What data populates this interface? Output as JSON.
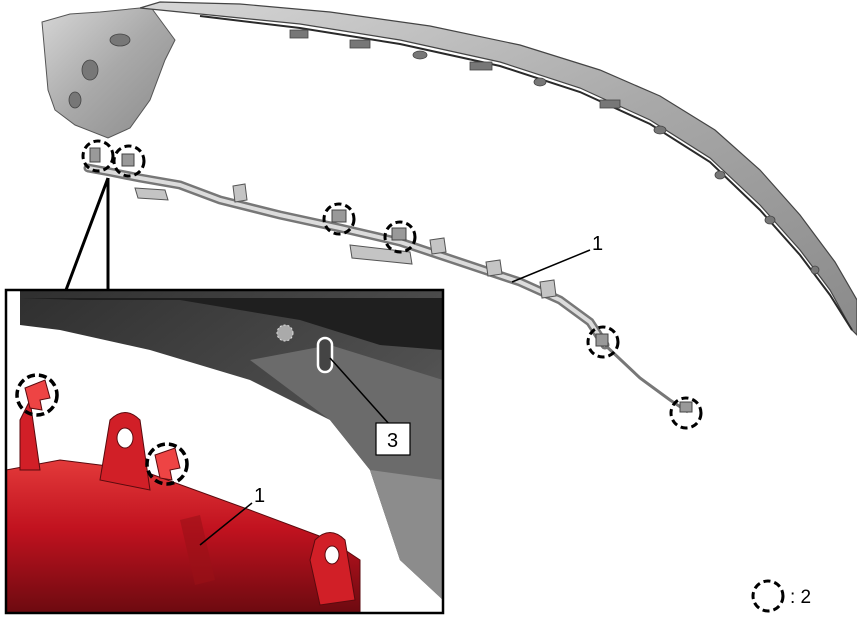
{
  "diagram": {
    "callouts": {
      "part1_main": "1",
      "part1_detail": "1",
      "part3_detail": "3"
    },
    "legend": {
      "symbol": "dashed-circle-icon",
      "text": ": 2"
    },
    "colors": {
      "body_panel": "#a9a9a9",
      "body_panel_dark": "#4a4a4a",
      "harness": "#a8a8a8",
      "harness_detail": "#c1121f",
      "outline": "#000000"
    }
  }
}
